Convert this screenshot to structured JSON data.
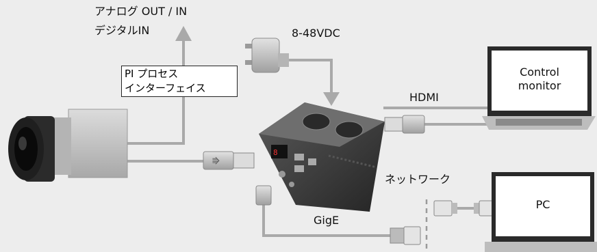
{
  "labels": {
    "analog_io": "アナログ OUT / IN",
    "digital_in": "デジタルIN",
    "power": "8-48VDC",
    "pi_line1": "PI プロセス",
    "pi_line2": "インターフェイス",
    "hdmi": "HDMI",
    "control_line1": "Control",
    "control_line2": "monitor",
    "network": "ネットワーク",
    "pc": "PC",
    "gige": "GigE"
  },
  "colors": {
    "background": "#ededed",
    "cable": "#a9a9a9",
    "device_dark": "#3a3a3a",
    "camera_body": "#c8c8c8"
  }
}
